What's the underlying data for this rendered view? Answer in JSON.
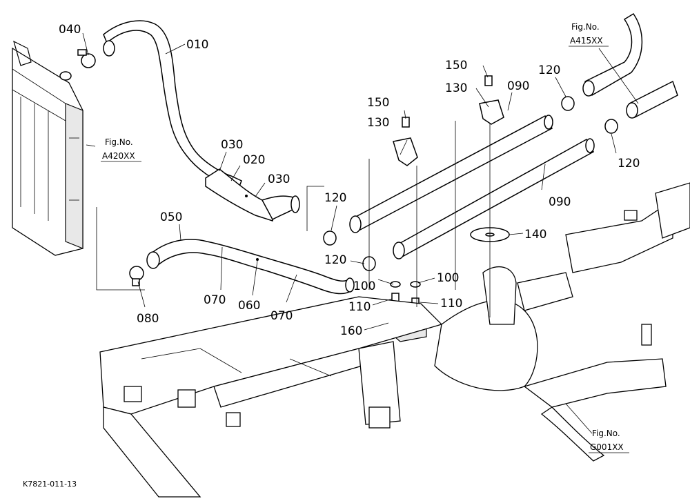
{
  "callouts": {
    "p010": "010",
    "p020": "020",
    "p030a": "030",
    "p030b": "030",
    "p040": "040",
    "p050": "050",
    "p060": "060",
    "p070a": "070",
    "p070b": "070",
    "p080": "080",
    "p090a": "090",
    "p090b": "090",
    "p100a": "100",
    "p100b": "100",
    "p110a": "110",
    "p110b": "110",
    "p120a": "120",
    "p120b": "120",
    "p120c": "120",
    "p120d": "120",
    "p130a": "130",
    "p130b": "130",
    "p140": "140",
    "p150a": "150",
    "p150b": "150",
    "p160": "160"
  },
  "figure_refs": {
    "radiator": {
      "label": "Fig.No.",
      "code": "A420XX"
    },
    "engine": {
      "label": "Fig.No.",
      "code": "A415XX"
    },
    "frame": {
      "label": "Fig.No.",
      "code": "G001XX"
    }
  },
  "document_id": "K7821-011-13"
}
